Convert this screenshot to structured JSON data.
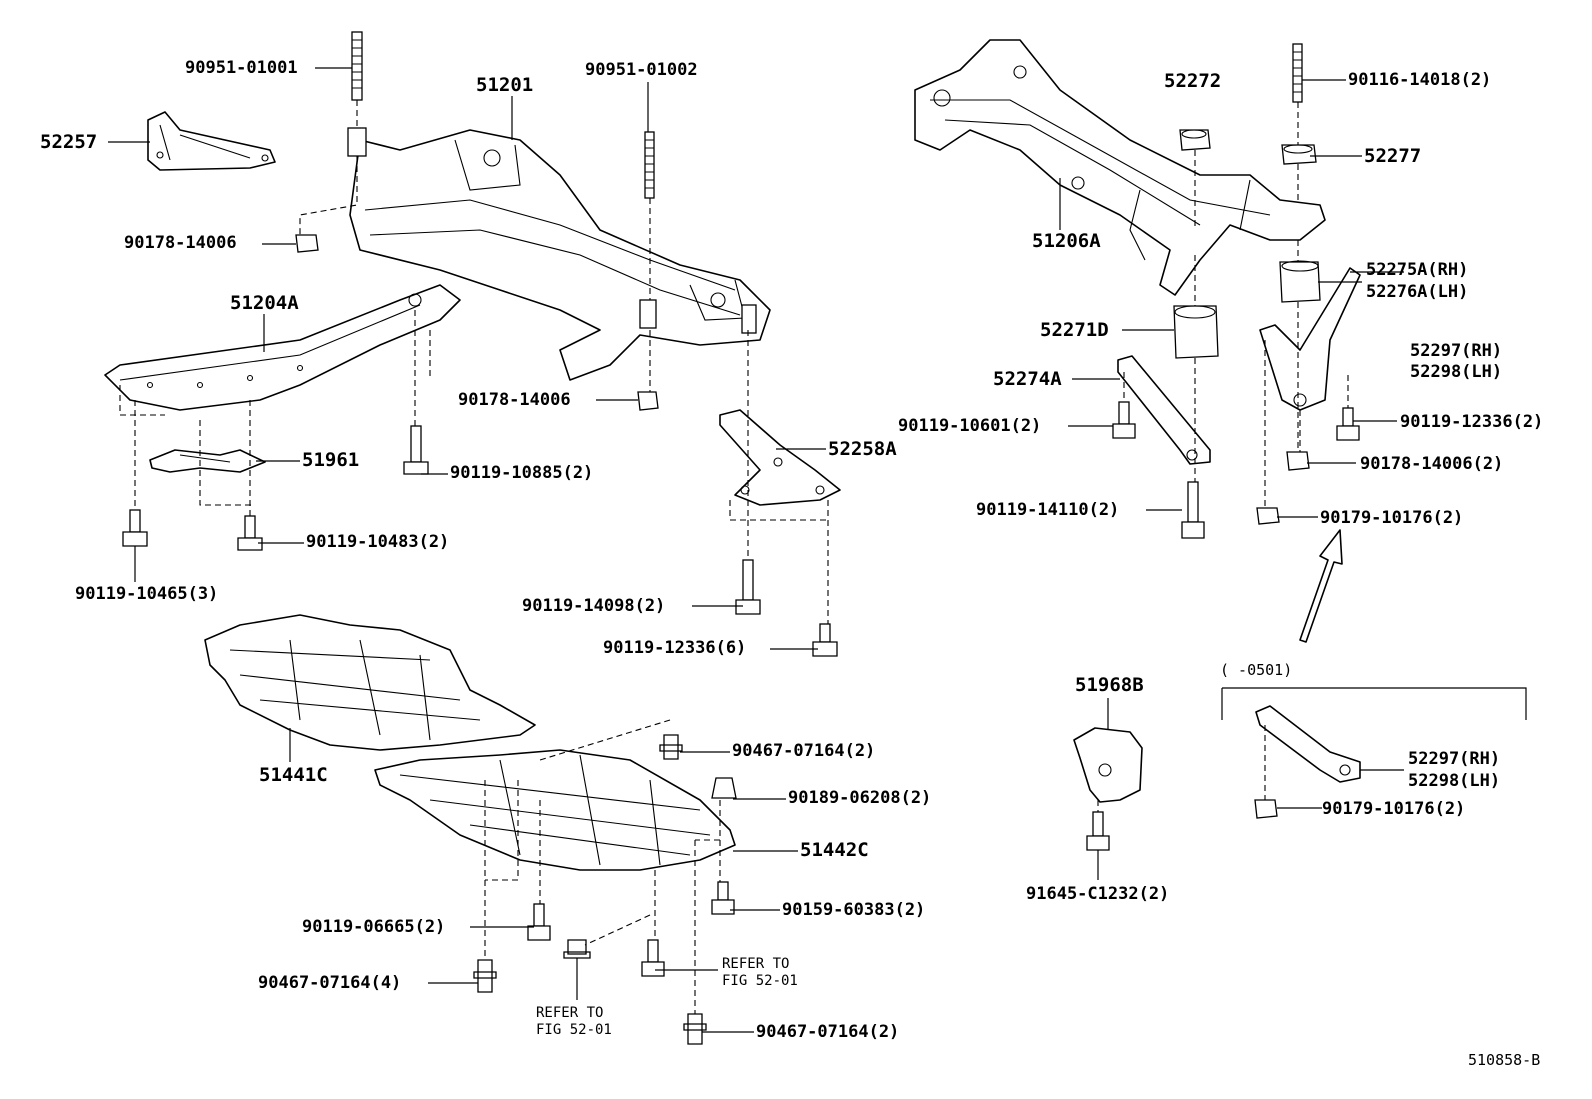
{
  "diagram_id": "510858-B",
  "refer_note": "REFER TO\nFIG 52-01",
  "date_range": "(        -0501)",
  "callouts": {
    "c90951_01001": "90951-01001",
    "c51201": "51201",
    "c90951_01002": "90951-01002",
    "c52257": "52257",
    "c90178_14006_a": "90178-14006",
    "c51204A": "51204A",
    "c90178_14006_b": "90178-14006",
    "c51961": "51961",
    "c90119_10885": "90119-10885(2)",
    "c52258A": "52258A",
    "c90119_10483": "90119-10483(2)",
    "c90119_10465": "90119-10465(3)",
    "c90119_14098": "90119-14098(2)",
    "c90119_12336_6": "90119-12336(6)",
    "c90467_07164_a": "90467-07164(2)",
    "c51441C": "51441C",
    "c90189_06208": "90189-06208(2)",
    "c51442C": "51442C",
    "c90159_60383": "90159-60383(2)",
    "c90119_06665": "90119-06665(2)",
    "c90467_07164_4": "90467-07164(4)",
    "c90467_07164_c": "90467-07164(2)",
    "c52272": "52272",
    "c90116_14018": "90116-14018(2)",
    "c52277": "52277",
    "c51206A": "51206A",
    "c52275A": "52275A(RH)",
    "c52276A": "52276A(LH)",
    "c52271D": "52271D",
    "c52274A": "52274A",
    "c52297_a": "52297(RH)",
    "c52298_a": "52298(LH)",
    "c90119_10601": "90119-10601(2)",
    "c90119_12336_2": "90119-12336(2)",
    "c90178_14006_2": "90178-14006(2)",
    "c90119_14110": "90119-14110(2)",
    "c90179_10176_a": "90179-10176(2)",
    "c51968B": "51968B",
    "c52297_b": "52297(RH)",
    "c52298_b": "52298(LH)",
    "c90179_10176_b": "90179-10176(2)",
    "c91645_C1232": "91645-C1232(2)"
  }
}
